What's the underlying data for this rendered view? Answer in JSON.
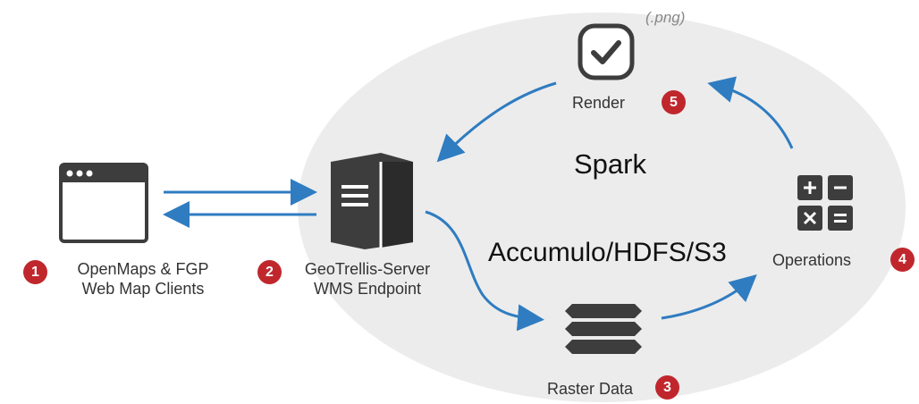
{
  "format_note": "(.png)",
  "nodes": {
    "render": {
      "label": "Render",
      "step": "5"
    },
    "raster": {
      "label": "Raster Data",
      "step": "3"
    },
    "operations": {
      "label": "Operations",
      "step": "4"
    },
    "client": {
      "line1": "OpenMaps & FGP",
      "line2": "Web Map Clients",
      "step": "1"
    },
    "server": {
      "line1": "GeoTrellis-Server",
      "line2": "WMS Endpoint",
      "step": "2"
    }
  },
  "overlay": {
    "spark": "Spark",
    "storage": "Accumulo/HDFS/S3"
  },
  "colors": {
    "badge": "#c0272d",
    "arrow": "#2f7cc1",
    "icon": "#3d3d3d",
    "cloud": "#ececec"
  },
  "icons": {
    "render": "check-icon",
    "raster": "stack-icon",
    "operations": "calculator-icon",
    "client": "browser-window-icon",
    "server": "server-icon"
  }
}
